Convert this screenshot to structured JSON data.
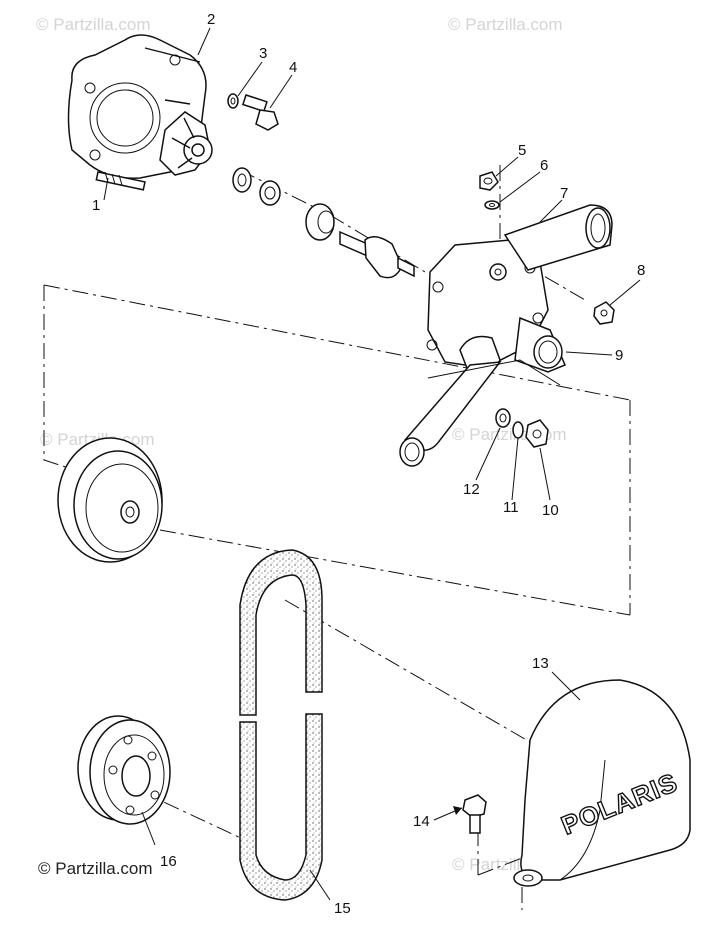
{
  "watermark": {
    "text": "© Partzilla.com",
    "main_text": "© Partzilla.com"
  },
  "brand_text": "POLARIS",
  "callouts": [
    "1",
    "2",
    "3",
    "4",
    "5",
    "6",
    "7",
    "8",
    "9",
    "10",
    "11",
    "12",
    "13",
    "14",
    "15",
    "16"
  ]
}
